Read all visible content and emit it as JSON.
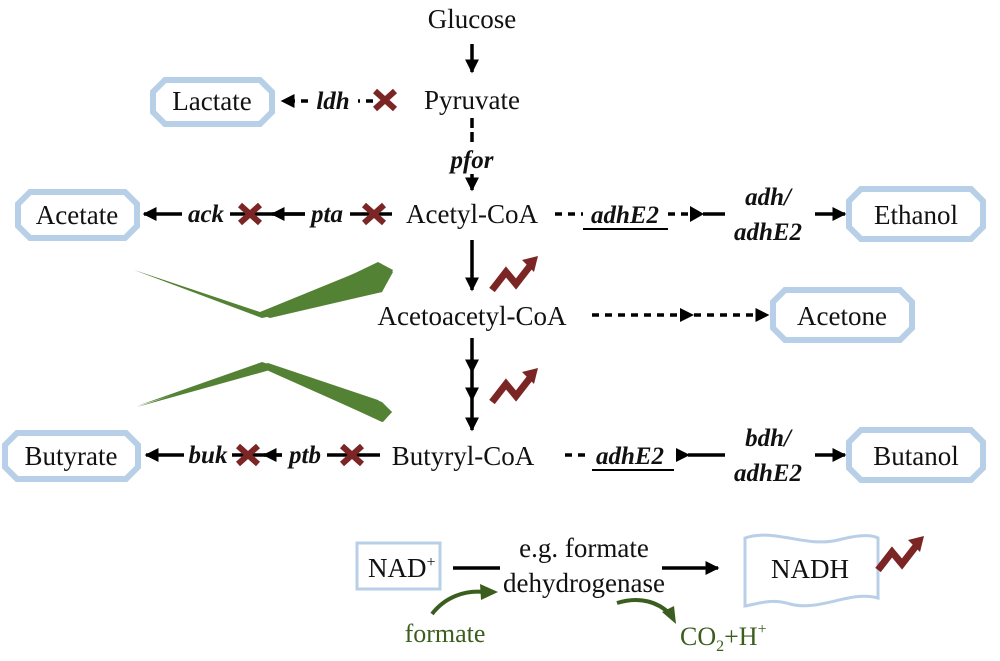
{
  "colors": {
    "knockout_x": "#7b2525",
    "upregulation_arrow": "#7b2525",
    "product_box_border": "#b8cfe8",
    "chevron_green": "#548235",
    "cofactor_green": "#3b5e1f",
    "text": "#111111"
  },
  "metabolites": {
    "glucose": "Glucose",
    "pyruvate": "Pyruvate",
    "acetyl_coa": "Acetyl-CoA",
    "acetoacetyl_coa": "Acetoacetyl-CoA",
    "butyryl_coa": "Butyryl-CoA"
  },
  "products": {
    "lactate": "Lactate",
    "acetate": "Acetate",
    "ethanol": "Ethanol",
    "acetone": "Acetone",
    "butyrate": "Butyrate",
    "butanol": "Butanol"
  },
  "genes": {
    "ldh": "ldh",
    "pfor": "pfor",
    "ack": "ack",
    "pta": "pta",
    "adhE2_upper": "adhE2",
    "adh_line1": "adh/",
    "adh_line2": "adhE2",
    "buk": "buk",
    "ptb": "ptb",
    "adhE2_lower": "adhE2",
    "bdh_line1": "bdh/",
    "bdh_line2": "adhE2"
  },
  "markers": {
    "knockout": "knockout-x",
    "upregulation": "zigzag-up-arrow"
  },
  "cofactor": {
    "nad": "NAD",
    "nad_sup": "+",
    "enzyme_line1": "e.g. formate",
    "enzyme_line2": "dehydrogenase",
    "nadh": "NADH",
    "formate": "formate",
    "co2": "CO",
    "co2_sub": "2",
    "co2_plus": "+H",
    "h_sup": "+"
  }
}
